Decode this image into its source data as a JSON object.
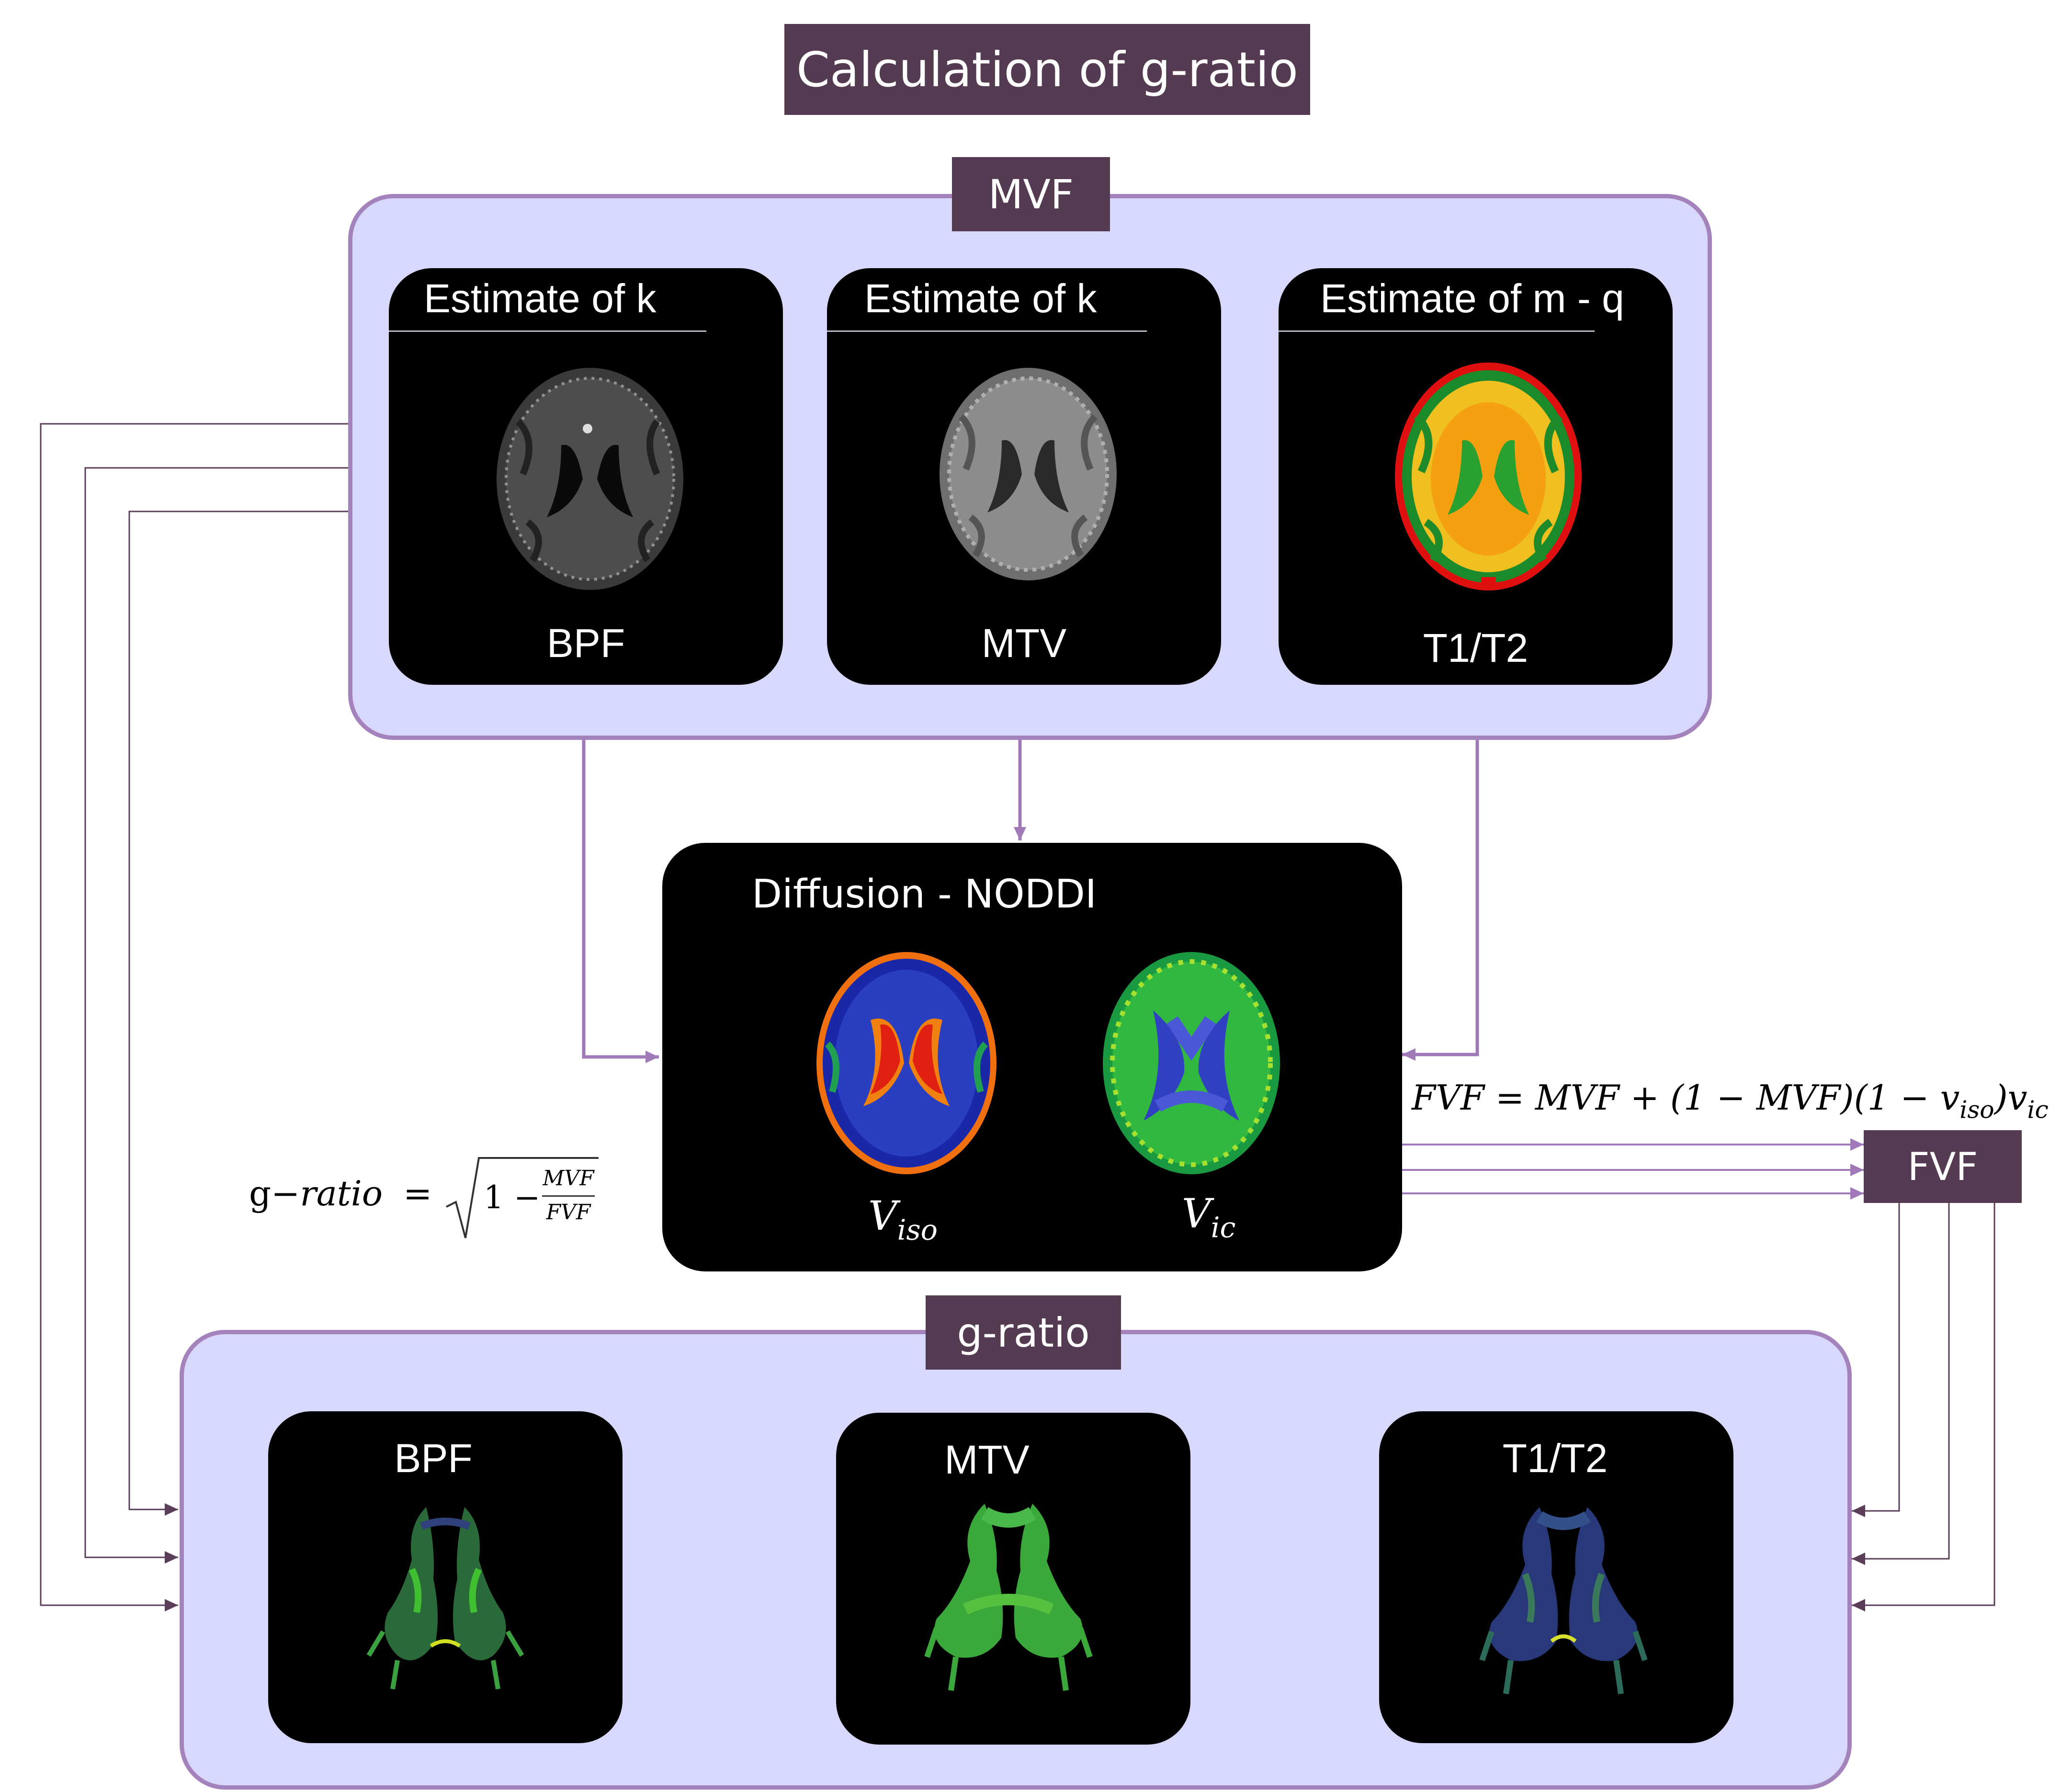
{
  "title": "Calculation of g-ratio",
  "mvf_panel": {
    "label": "MVF",
    "cards": [
      {
        "heading": "Estimate of k",
        "caption": "BPF"
      },
      {
        "heading": "Estimate of k",
        "caption": "MTV"
      },
      {
        "heading": "Estimate of m - q",
        "caption": "T1/T2"
      }
    ]
  },
  "diffusion": {
    "heading": "Diffusion - NODDI",
    "left_caption": {
      "main": "V",
      "sub": "iso"
    },
    "right_caption": {
      "main": "V",
      "sub": "ic"
    }
  },
  "formulas": {
    "fvf": {
      "lhs": "FVF",
      "eq": "=",
      "t1": "MVF",
      "plus": "+",
      "p1": "(1 − MVF)",
      "p2": "(1 − ",
      "v": "v",
      "vsub": "iso",
      "p2end": ")",
      "v2": "v",
      "v2sub": "ic"
    },
    "gratio": {
      "g": "g",
      "minus": "−",
      "ratio": "ratio",
      "eq": "=",
      "one": "1 −",
      "num": "MVF",
      "den": "FVF"
    }
  },
  "fvf_box": {
    "label": "FVF"
  },
  "gratio_panel": {
    "label": "g-ratio",
    "cards": [
      {
        "heading": "BPF"
      },
      {
        "heading": "MTV"
      },
      {
        "heading": "T1/T2"
      }
    ]
  },
  "colors": {
    "label_bg": "#553b52",
    "panel_bg": "#d8d8fc",
    "panel_border": "#a482bc",
    "arrow_purple": "#a07ab8",
    "arrow_dark": "#5a3e58"
  }
}
